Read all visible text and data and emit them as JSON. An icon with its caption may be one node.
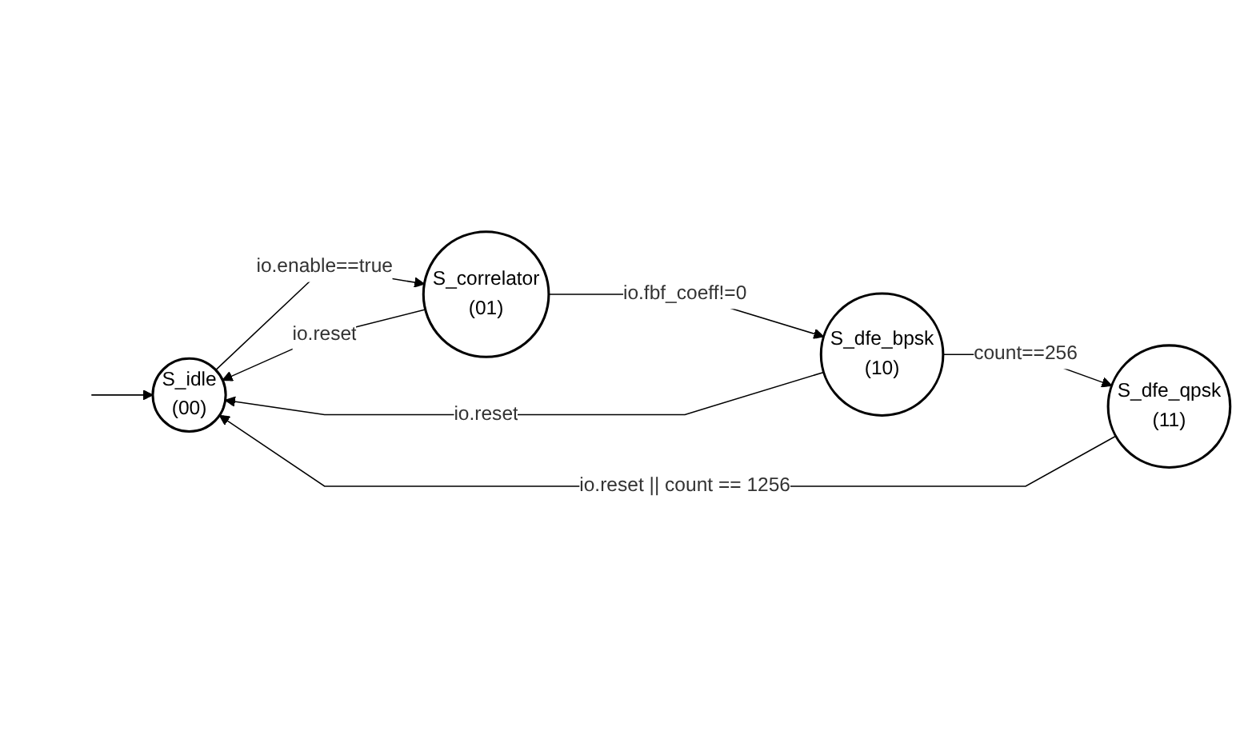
{
  "diagram": {
    "nodes": [
      {
        "text": [
          "S_idle",
          "(00)"
        ]
      },
      {
        "text": [
          "S_correlator",
          "(01)"
        ]
      },
      {
        "text": [
          "S_dfe_qpsk",
          "(11)"
        ]
      },
      {
        "text": [
          "S_dfe_bpsk",
          "(10)"
        ]
      }
    ],
    "edges": [
      {
        "from": null,
        "to": 0,
        "arrow": "to"
      },
      {
        "from": 1,
        "to": 0,
        "arrow": "to",
        "label": "io.reset"
      },
      {
        "from": 0,
        "to": 1,
        "arrow": "to",
        "label": "io.enable==true"
      },
      {
        "from": 1,
        "to": 3,
        "arrow": "to",
        "label": "io.fbf_coeff!=0"
      },
      {
        "from": 3,
        "to": 0,
        "arrow": "to",
        "label": "io.reset"
      },
      {
        "from": 3,
        "to": 2,
        "arrow": "to",
        "label": "count==256"
      },
      {
        "from": 2,
        "to": 0,
        "arrow": "to",
        "label": "io.reset || count == 1256"
      }
    ]
  }
}
